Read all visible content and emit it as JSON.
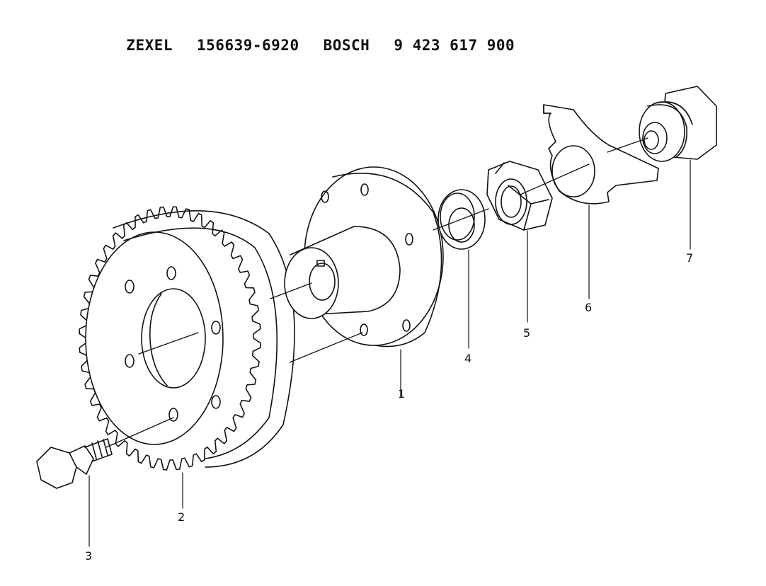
{
  "header": {
    "maker": "ZEXEL",
    "zexel_number": "156639-6920",
    "brand": "BOSCH",
    "bosch_number": "9 423 617 900"
  },
  "callouts": [
    {
      "id": "1",
      "part": "hub"
    },
    {
      "id": "2",
      "part": "gear"
    },
    {
      "id": "3",
      "part": "bolt"
    },
    {
      "id": "4",
      "part": "washer"
    },
    {
      "id": "5",
      "part": "nut"
    },
    {
      "id": "6",
      "part": "lock-plate"
    },
    {
      "id": "7",
      "part": "plug"
    }
  ]
}
